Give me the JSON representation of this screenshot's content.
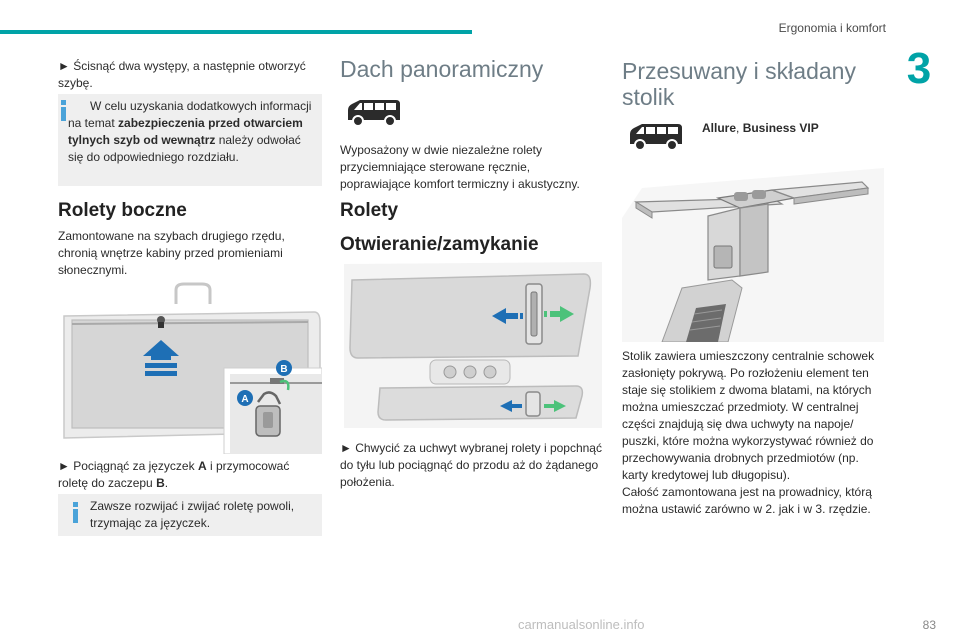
{
  "header": {
    "chapter_title": "Ergonomia i komfort",
    "chapter_number": "3"
  },
  "col1": {
    "step1": "► Ścisnąć dwa występy, a następnie otworzyć szybę.",
    "info1_pre": "W celu uzyskania dodatkowych informacji na temat ",
    "info1_bold": "zabezpieczenia przed otwarciem tylnych szyb od wewnątrz",
    "info1_post": " należy odwołać się do odpowiedniego rozdziału.",
    "heading": "Rolety boczne",
    "intro": "Zamontowane na szybach drugiego rzędu, chronią wnętrze kabiny przed promieniami słonecznymi.",
    "label_a": "A",
    "label_b": "B",
    "step2_pre": "► Pociągnąć za języczek ",
    "step2_a": "A",
    "step2_mid": " i przymocować roletę do zaczepu ",
    "step2_b": "B",
    "step2_end": ".",
    "info2": "Zawsze rozwijać i zwijać roletę powoli, trzymając za języczek."
  },
  "col2": {
    "heading": "Dach panoramiczny",
    "intro": "Wyposażony w dwie niezależne rolety przyciemniające sterowane ręcznie, poprawiające komfort termiczny i akustyczny.",
    "subheading1": "Rolety",
    "subheading2": "Otwieranie/zamykanie",
    "step": "► Chwycić za uchwyt wybranej rolety i popchnąć do tyłu lub pociągnąć do przodu aż do żądanego położenia."
  },
  "col3": {
    "heading_line1": "Przesuwany i składany",
    "heading_line2": "stolik",
    "version_1": "Allure",
    "version_sep": ", ",
    "version_2": "Business VIP",
    "body1": "Stolik zawiera umieszczony centralnie schowek zasłonięty pokrywą. Po rozłożeniu element ten staje się stolikiem z dwoma blatami, na których można umieszczać przedmioty. W centralnej części znajdują się dwa uchwyty na napoje/ puszki, które można wykorzystywać również do przechowywania drobnych przedmiotów (np. karty kredytowej lub długopisu).",
    "body2": "Całość zamontowana jest na prowadnicy, którą można ustawić zarówno w 2. jak i w 3. rzędzie."
  },
  "footer": {
    "page_number": "83",
    "watermark": "carmanualsonline.info"
  },
  "colors": {
    "accent": "#00a3a7",
    "info": "#4aa3d9",
    "heading_grey": "#6e7d86",
    "arrow_blue": "#1e6fb5",
    "arrow_green": "#4cc27a"
  }
}
